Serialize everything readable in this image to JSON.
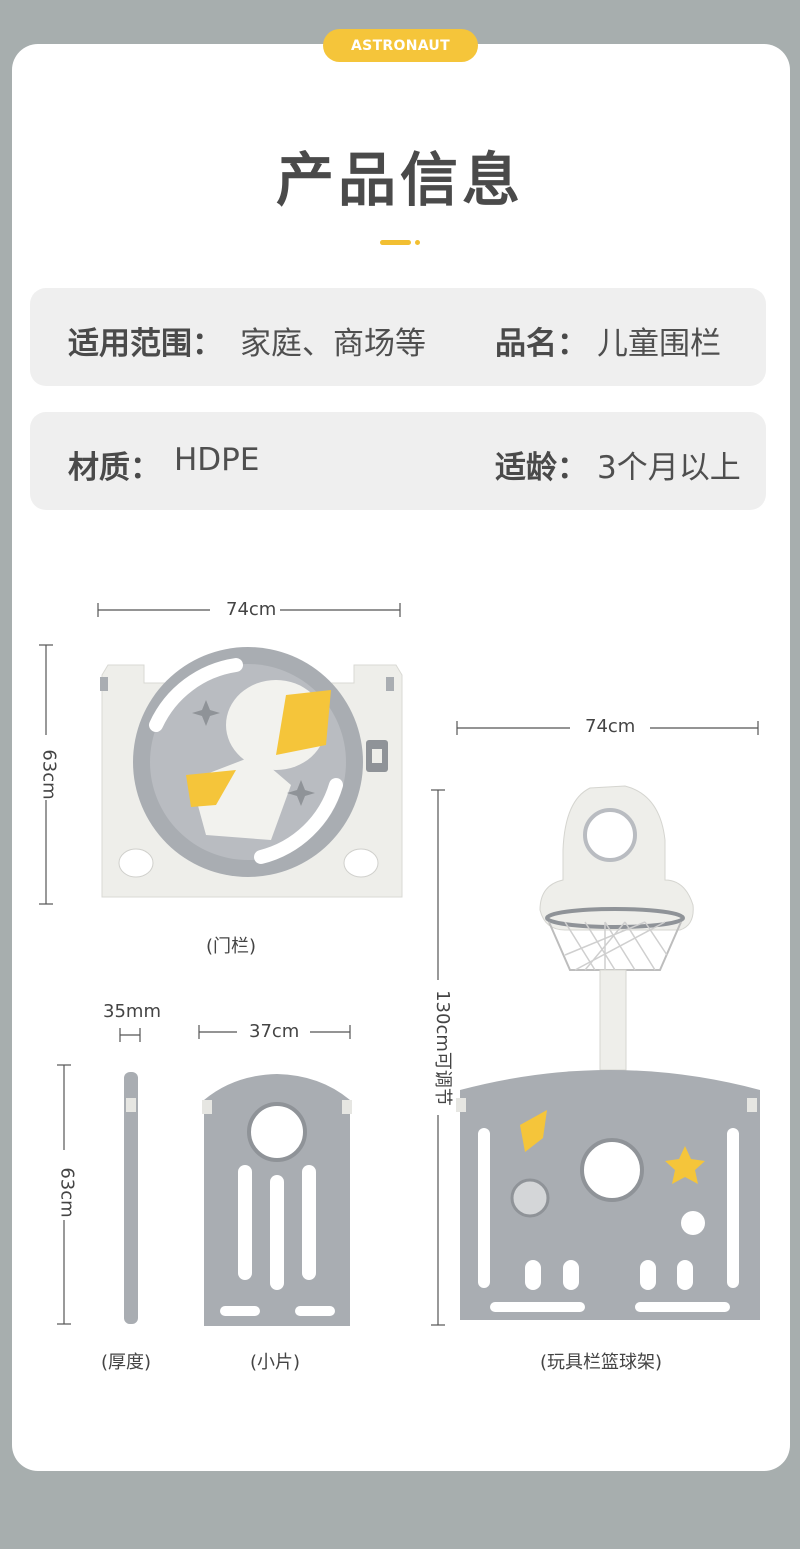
{
  "badge": "ASTRONAUT",
  "title": "产品信息",
  "info": [
    {
      "label_left": "适用范围：",
      "value_left": "家庭、商场等",
      "label_right": "品名：",
      "value_right": "儿童围栏"
    },
    {
      "label_left": "材质：",
      "value_left": "HDPE",
      "label_right": "适龄：",
      "value_right": "3个月以上"
    }
  ],
  "products": {
    "gate": {
      "width": "74cm",
      "height": "63cm",
      "caption": "(门栏)"
    },
    "thickness": {
      "width": "35mm",
      "height": "63cm",
      "caption": "(厚度)"
    },
    "small": {
      "width": "37cm",
      "caption": "(小片)"
    },
    "basket": {
      "width": "74cm",
      "height": "130cm可调节",
      "caption": "(玩具栏篮球架)"
    }
  },
  "colors": {
    "accent": "#f2bf32",
    "panel_grey": "#a9adb2",
    "panel_white": "#eeeeea",
    "background": "#a7aeae"
  }
}
